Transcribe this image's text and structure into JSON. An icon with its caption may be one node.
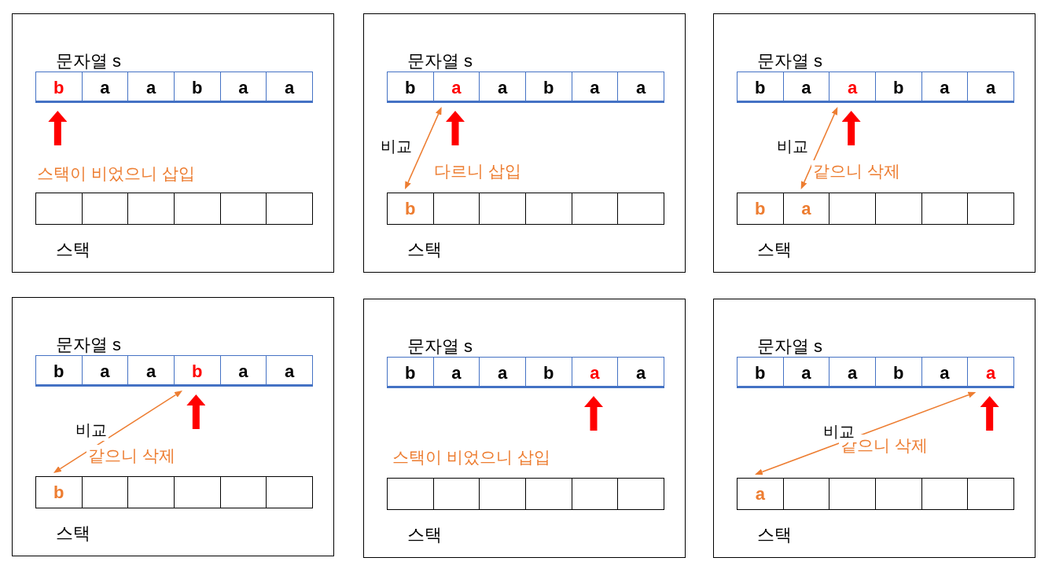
{
  "diagram": {
    "nodes": [
      {
        "text": [],
        "shape": "box"
      },
      {
        "text": [
          "문자열 s"
        ],
        "in": 0
      },
      {
        "text": [
          "b"
        ],
        "in": 1
      },
      {
        "text": [
          "a"
        ],
        "in": 1
      },
      {
        "text": [
          "a"
        ],
        "in": 1
      },
      {
        "text": [
          "b"
        ],
        "in": 1
      },
      {
        "text": [
          "a"
        ],
        "in": 1
      },
      {
        "text": [
          "a"
        ],
        "in": 1
      },
      {
        "text": [
          "스택"
        ],
        "in": 0
      },
      {
        "text": [],
        "shape": "box",
        "in": 8
      },
      {
        "text": [],
        "shape": "box",
        "in": 8
      },
      {
        "text": [],
        "shape": "box",
        "in": 8
      },
      {
        "text": [],
        "shape": "box",
        "in": 8
      },
      {
        "text": [],
        "shape": "box",
        "in": 8
      },
      {
        "text": [],
        "shape": "box",
        "in": 8
      },
      {
        "text": [],
        "shape": "box"
      },
      {
        "text": [
          "문자열 s"
        ],
        "in": 15
      },
      {
        "text": [
          "b"
        ],
        "in": 16
      },
      {
        "text": [
          "a"
        ],
        "in": 16
      },
      {
        "text": [
          "a"
        ],
        "in": 16
      },
      {
        "text": [
          "b"
        ],
        "in": 16
      },
      {
        "text": [
          "a"
        ],
        "in": 16
      },
      {
        "text": [
          "a"
        ],
        "in": 16
      },
      {
        "text": [
          "스택"
        ],
        "in": 15
      },
      {
        "text": [
          "b"
        ],
        "in": 23
      },
      {
        "text": [],
        "shape": "box",
        "in": 23
      },
      {
        "text": [],
        "shape": "box",
        "in": 23
      },
      {
        "text": [],
        "shape": "box",
        "in": 23
      },
      {
        "text": [],
        "shape": "box",
        "in": 23
      },
      {
        "text": [],
        "shape": "box",
        "in": 23
      },
      {
        "text": [],
        "shape": "box"
      },
      {
        "text": [
          "문자열 s"
        ],
        "in": 30
      },
      {
        "text": [
          "b"
        ],
        "in": 31
      },
      {
        "text": [
          "a"
        ],
        "in": 31
      },
      {
        "text": [
          "a"
        ],
        "in": 31
      },
      {
        "text": [
          "b"
        ],
        "in": 31
      },
      {
        "text": [
          "a"
        ],
        "in": 31
      },
      {
        "text": [
          "a"
        ],
        "in": 31
      },
      {
        "text": [
          "스택"
        ],
        "in": 30
      },
      {
        "text": [
          "b"
        ],
        "in": 38
      },
      {
        "text": [
          "a"
        ],
        "in": 38
      },
      {
        "text": [],
        "shape": "box",
        "in": 38
      },
      {
        "text": [],
        "shape": "box",
        "in": 38
      },
      {
        "text": [],
        "shape": "box",
        "in": 38
      },
      {
        "text": [],
        "shape": "box",
        "in": 38
      },
      {
        "text": [],
        "shape": "box"
      },
      {
        "text": [
          "문자열 s"
        ],
        "in": 45
      },
      {
        "text": [
          "b"
        ],
        "in": 46
      },
      {
        "text": [
          "a"
        ],
        "in": 46
      },
      {
        "text": [
          "a"
        ],
        "in": 46
      },
      {
        "text": [
          "b"
        ],
        "in": 46
      },
      {
        "text": [
          "a"
        ],
        "in": 46
      },
      {
        "text": [
          "a"
        ],
        "in": 46
      },
      {
        "text": [
          "스택"
        ],
        "in": 45
      },
      {
        "text": [
          "b"
        ],
        "in": 53
      },
      {
        "text": [],
        "shape": "box",
        "in": 53
      },
      {
        "text": [],
        "shape": "box",
        "in": 53
      },
      {
        "text": [],
        "shape": "box",
        "in": 53
      },
      {
        "text": [],
        "shape": "box",
        "in": 53
      },
      {
        "text": [],
        "shape": "box",
        "in": 53
      },
      {
        "text": [],
        "shape": "box"
      },
      {
        "text": [
          "문자열 s"
        ],
        "in": 60
      },
      {
        "text": [
          "b"
        ],
        "in": 61
      },
      {
        "text": [
          "a"
        ],
        "in": 61
      },
      {
        "text": [
          "a"
        ],
        "in": 61
      },
      {
        "text": [
          "b"
        ],
        "in": 61
      },
      {
        "text": [
          "a"
        ],
        "in": 61
      },
      {
        "text": [
          "a"
        ],
        "in": 61
      },
      {
        "text": [
          "스택"
        ],
        "in": 60
      },
      {
        "text": [],
        "shape": "box",
        "in": 68
      },
      {
        "text": [],
        "shape": "box",
        "in": 68
      },
      {
        "text": [],
        "shape": "box",
        "in": 68
      },
      {
        "text": [],
        "shape": "box",
        "in": 68
      },
      {
        "text": [],
        "shape": "box",
        "in": 68
      },
      {
        "text": [],
        "shape": "box",
        "in": 68
      },
      {
        "text": [],
        "shape": "box"
      },
      {
        "text": [
          "문자열 s"
        ],
        "in": 75
      },
      {
        "text": [
          "b"
        ],
        "in": 76
      },
      {
        "text": [
          "a"
        ],
        "in": 76
      },
      {
        "text": [
          "a"
        ],
        "in": 76
      },
      {
        "text": [
          "b"
        ],
        "in": 76
      },
      {
        "text": [
          "a"
        ],
        "in": 76
      },
      {
        "text": [
          "a"
        ],
        "in": 76
      },
      {
        "text": [
          "스택"
        ],
        "in": 75
      },
      {
        "text": [
          "a"
        ],
        "in": 83
      },
      {
        "text": [],
        "shape": "box",
        "in": 83
      },
      {
        "text": [],
        "shape": "box",
        "in": 83
      },
      {
        "text": [],
        "shape": "box",
        "in": 83
      },
      {
        "text": [],
        "shape": "box",
        "in": 83
      },
      {
        "text": [],
        "shape": "box",
        "in": 83
      }
    ],
    "edges": [
      {
        "from": null,
        "to": 2,
        "arrow": "to",
        "color": "#ff0000"
      },
      {
        "from": 24,
        "to": 18,
        "arrow": "both",
        "label": "비교",
        "color": "#ed7d31"
      },
      {
        "from": null,
        "to": 18,
        "arrow": "to",
        "color": "#ff0000"
      },
      {
        "from": 40,
        "to": 34,
        "arrow": "both",
        "label": "비교",
        "color": "#ed7d31"
      },
      {
        "from": null,
        "to": 34,
        "arrow": "to",
        "color": "#ff0000"
      },
      {
        "from": 54,
        "to": 50,
        "arrow": "both",
        "label": "비교",
        "color": "#ed7d31"
      },
      {
        "from": null,
        "to": 50,
        "arrow": "to",
        "color": "#ff0000"
      },
      {
        "from": null,
        "to": 66,
        "arrow": "to",
        "color": "#ff0000"
      },
      {
        "from": 84,
        "to": 82,
        "arrow": "both",
        "label": "비교",
        "color": "#ed7d31"
      },
      {
        "from": null,
        "to": 82,
        "arrow": "to",
        "color": "#ff0000"
      }
    ],
    "labels": [
      "스택이 비었으니 삽입",
      "다르니 삽입",
      "같으니 삭제",
      "같으니 삭제",
      "스택이 비었으니 삽입",
      "같으니 삭제"
    ]
  }
}
